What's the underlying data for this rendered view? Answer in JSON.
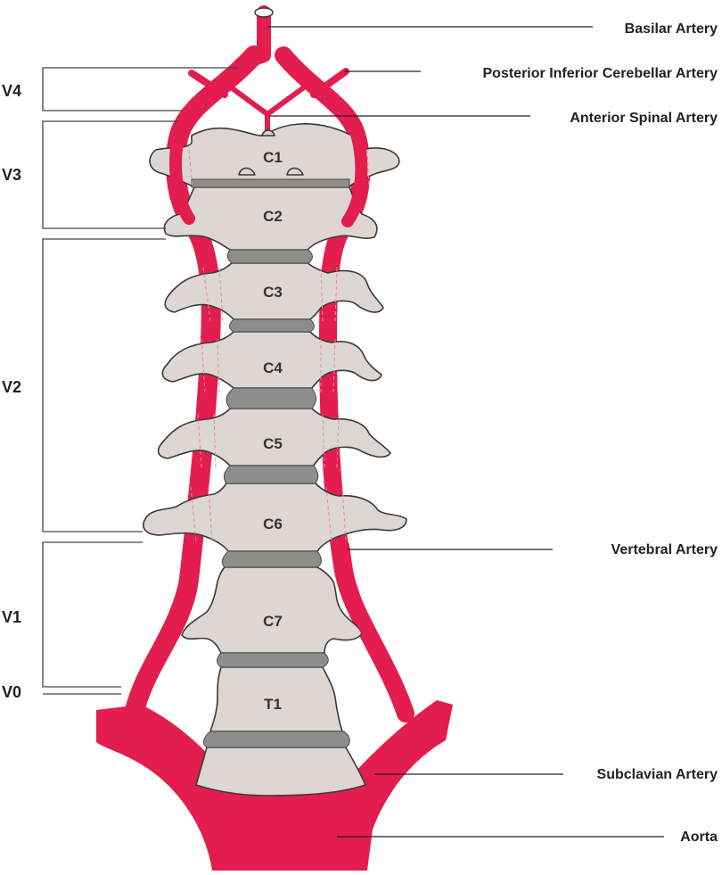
{
  "segments": {
    "v4": "V4",
    "v3": "V3",
    "v2": "V2",
    "v1": "V1",
    "v0": "V0"
  },
  "vertebrae": {
    "c1": "C1",
    "c2": "C2",
    "c3": "C3",
    "c4": "C4",
    "c5": "C5",
    "c6": "C6",
    "c7": "C7",
    "t1": "T1"
  },
  "labels": {
    "basilar": "Basilar Artery",
    "pica": "Posterior Inferior Cerebellar Artery",
    "anterior_spinal": "Anterior Spinal Artery",
    "vertebral": "Vertebral Artery",
    "subclavian": "Subclavian Artery",
    "aorta": "Aorta"
  },
  "colors": {
    "artery": "#e41d4f",
    "bone": "#ddd6d2",
    "disc": "#8d8d8d"
  }
}
